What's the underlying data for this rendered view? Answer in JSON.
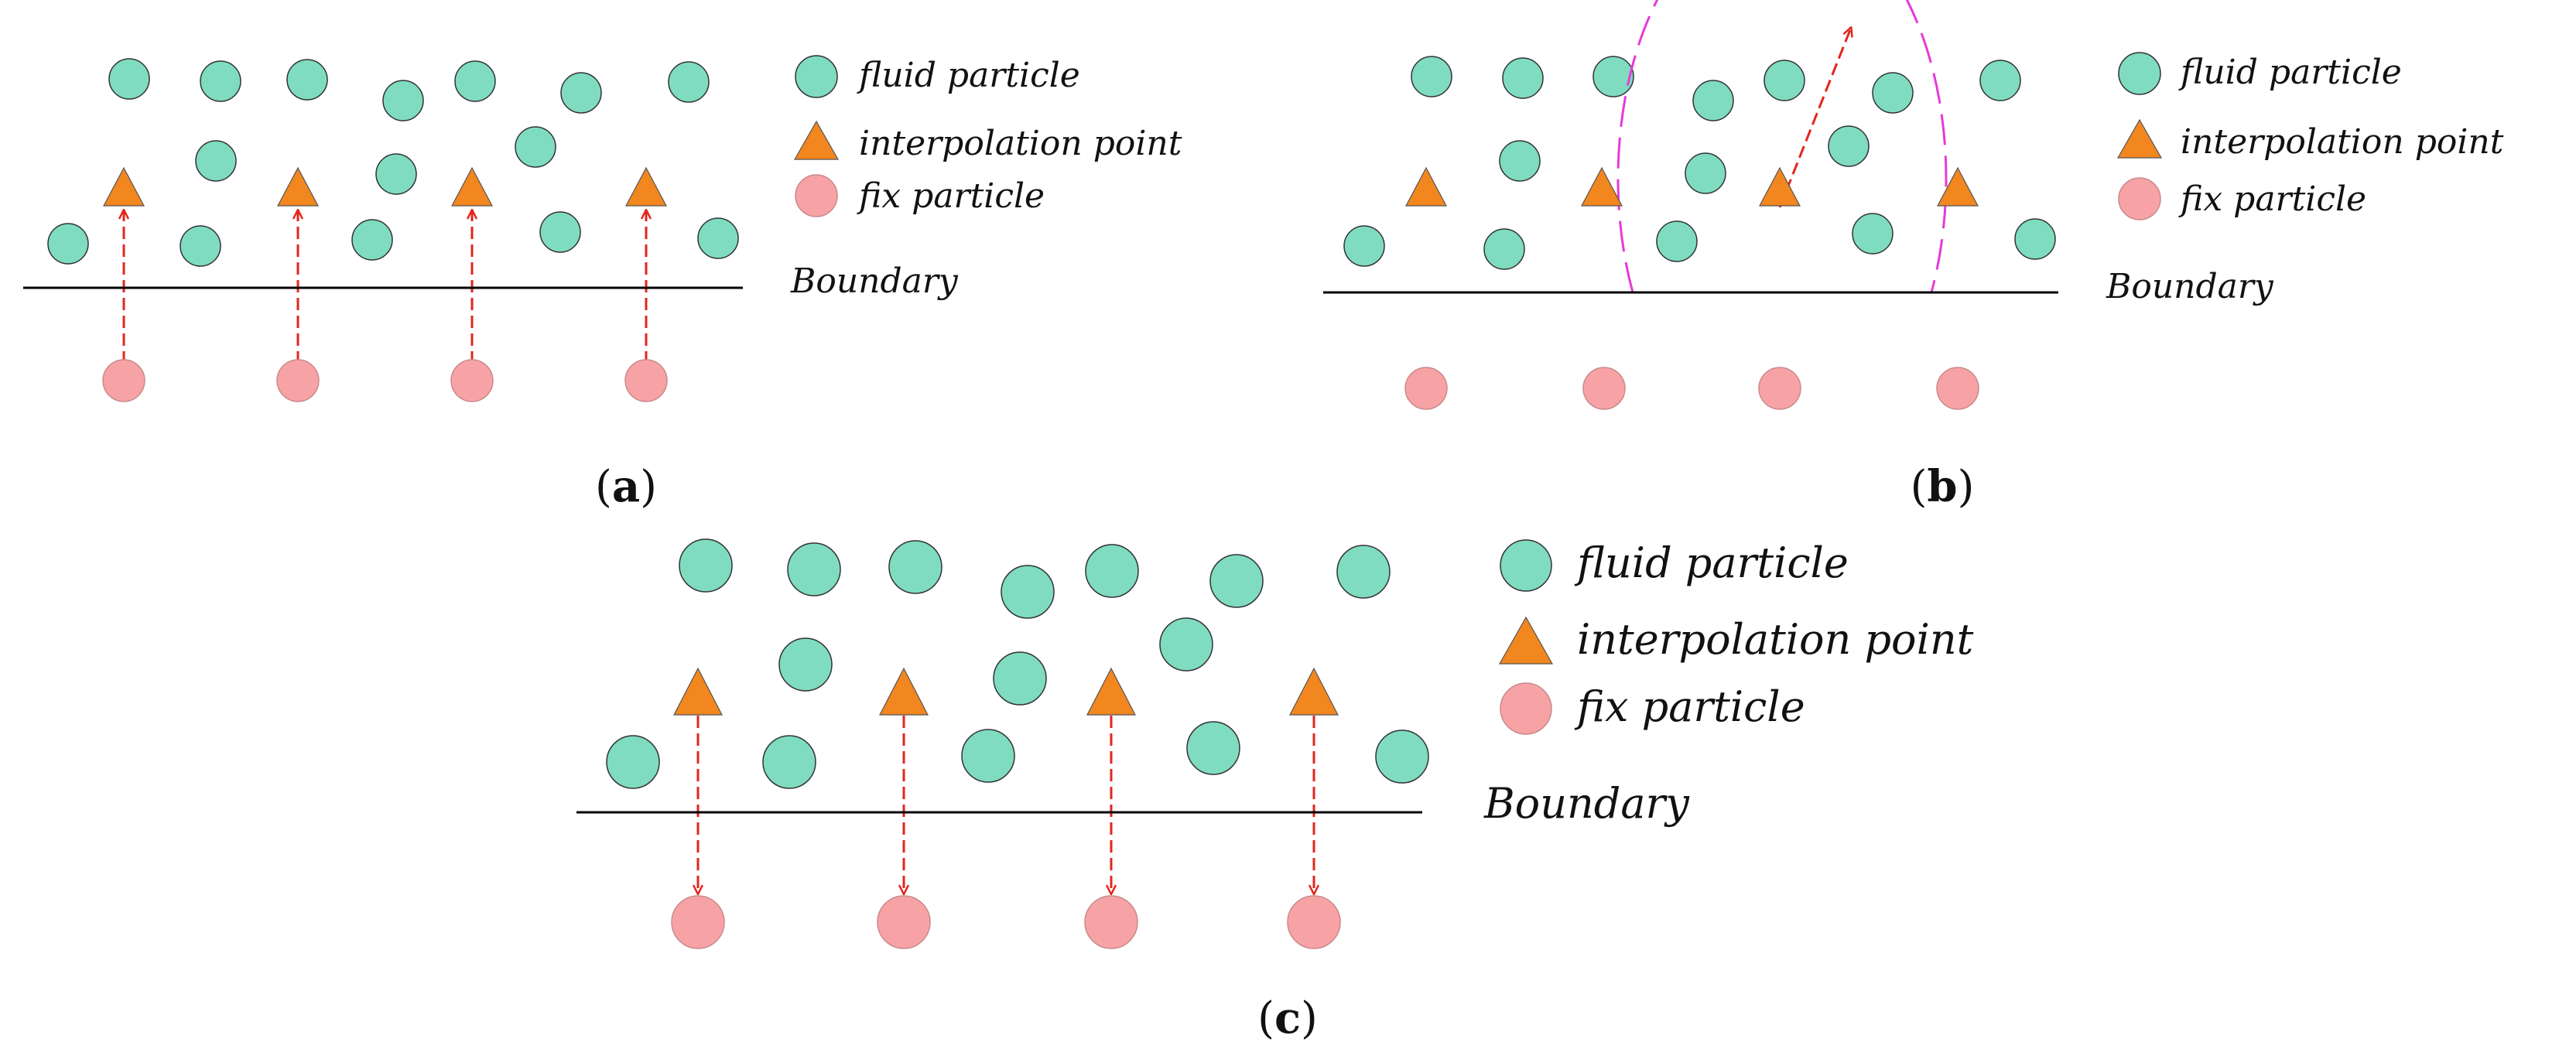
{
  "colors": {
    "fluid_particle": "#7fdcc0",
    "interpolation_point": "#f2861f",
    "fix_particle": "#f7a3a6",
    "arrow": "#e3261c",
    "support_circle": "#e63ad8",
    "boundary": "#000000"
  },
  "legend": {
    "fluid_particle": "fluid particle",
    "interpolation_point": "interpolation point",
    "fix_particle": "fix particle"
  },
  "boundary_label": "Boundary",
  "panels": {
    "a": {
      "label_open": "(",
      "label_letter": "a",
      "label_close": ")"
    },
    "b": {
      "label_open": "(",
      "label_letter": "b",
      "label_close": ")"
    },
    "c": {
      "label_open": "(",
      "label_letter": "c",
      "label_close": ")"
    }
  }
}
